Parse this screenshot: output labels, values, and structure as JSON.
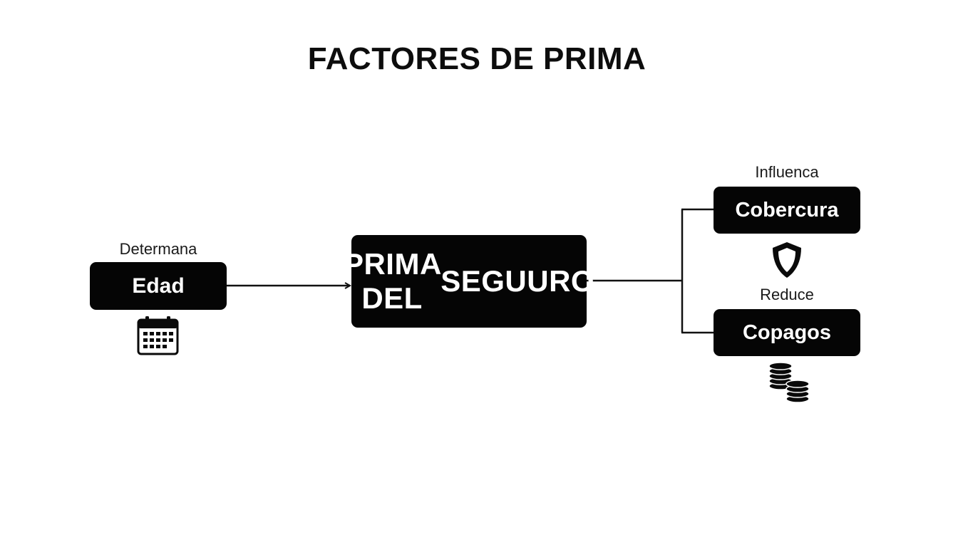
{
  "diagram": {
    "title": "FACTORES DE PRIMA",
    "nodes": {
      "edad": {
        "label": "Edad",
        "edge_label": "Determana"
      },
      "prima": {
        "line1": "PRIMA DEL",
        "line2": "SEGUURO"
      },
      "cobertura": {
        "label": "Cobercura",
        "edge_label": "Influenca"
      },
      "copagos": {
        "label": "Copagos",
        "edge_label": "Reduce"
      }
    },
    "edges": [
      {
        "from": "edad",
        "to": "prima",
        "label": "Determana",
        "arrow": true
      },
      {
        "from": "prima",
        "to": "cobertura",
        "label": "Influenca",
        "arrow": false
      },
      {
        "from": "prima",
        "to": "copagos",
        "label": "Reduce",
        "arrow": false
      }
    ],
    "icons": {
      "edad": "calendar-icon",
      "cobertura": "shield-icon",
      "copagos": "coins-icon"
    },
    "colors": {
      "node_fill": "#050505",
      "node_text": "#ffffff",
      "background": "#ffffff",
      "line": "#111111"
    }
  }
}
